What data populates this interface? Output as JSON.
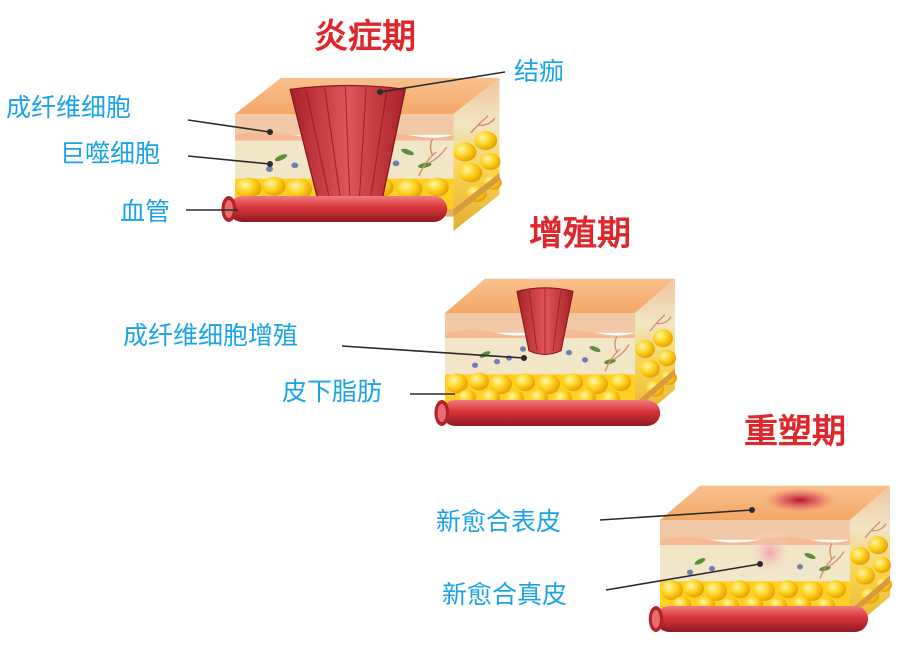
{
  "stages": [
    {
      "title": "炎症期",
      "labels": [
        "结痂",
        "成纤维细胞",
        "巨噬细胞",
        "血管"
      ]
    },
    {
      "title": "增殖期",
      "labels": [
        "成纤维细胞增殖",
        "皮下脂肪"
      ]
    },
    {
      "title": "重塑期",
      "labels": [
        "新愈合表皮",
        "新愈合真皮"
      ]
    }
  ],
  "colors": {
    "title_red": "#e0262b",
    "label_blue": "#1aa3e8",
    "epidermis": "#f2c9a6",
    "epidermis_top": "#f7b37c",
    "dermis": "#f1e6c8",
    "fat": "#ffd21f",
    "vessel": "#d8343a",
    "wound": "#c8313a"
  }
}
